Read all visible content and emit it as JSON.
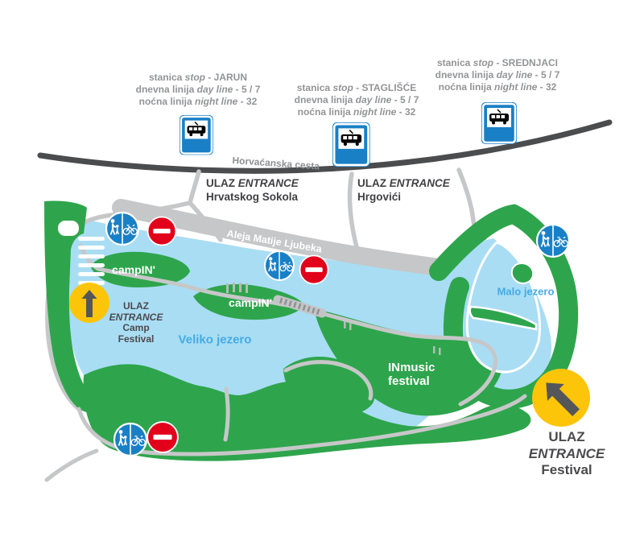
{
  "colors": {
    "water": "#A9DDF4",
    "park_green": "#2EA54C",
    "path_gray": "#C6C7C8",
    "main_road_dark": "#4B4C4E",
    "sign_blue": "#1A80C6",
    "no_entry_red": "#E2001A",
    "entrance_yellow": "#FDC50A",
    "arrow_gray": "#55565A",
    "station_text_gray": "#929497",
    "dark_label": "#414044",
    "lake_label_blue": "#45ABE2"
  },
  "stations": [
    {
      "id": "jarun",
      "line1": {
        "pre": "stanica ",
        "italic": "stop",
        "post": " - JARUN"
      },
      "line2": {
        "pre": "dnevna linija ",
        "italic": "day line",
        "post": " - 5 / 7"
      },
      "line3": {
        "pre": "noćna linija ",
        "italic": "night line",
        "post": " - 32"
      }
    },
    {
      "id": "stagliste",
      "line1": {
        "pre": "stanica ",
        "italic": "stop",
        "post": " - STAGLIŠĆE"
      },
      "line2": {
        "pre": "dnevna linija ",
        "italic": "day line",
        "post": " - 5 / 7"
      },
      "line3": {
        "pre": "noćna linija ",
        "italic": "night line",
        "post": " - 32"
      }
    },
    {
      "id": "srednjaci",
      "line1": {
        "pre": "stanica ",
        "italic": "stop",
        "post": " - SREDNJACI"
      },
      "line2": {
        "pre": "dnevna linija ",
        "italic": "day line",
        "post": " - 5 / 7"
      },
      "line3": {
        "pre": "noćna linija ",
        "italic": "night line",
        "post": " - 32"
      }
    }
  ],
  "roads": {
    "main_road": "Horvaćanska cesta",
    "lakeside_street": "Aleja Matije Ljubeka"
  },
  "entrances": {
    "sokola": {
      "ulaz": "ULAZ",
      "entrance": "ENTRANCE",
      "name": "Hrvatskog Sokola"
    },
    "hrgovici": {
      "ulaz": "ULAZ",
      "entrance": "ENTRANCE",
      "name": "Hrgovići"
    },
    "camp": {
      "ulaz": "ULAZ",
      "entrance": "ENTRANCE",
      "line3": "Camp",
      "line4": "Festival"
    },
    "festival": {
      "ulaz": "ULAZ",
      "entrance": "ENTRANCE",
      "line3": "Festival"
    }
  },
  "areas": {
    "camp_label_1": "campIN'",
    "camp_label_2": "campIN'",
    "big_lake": "Veliko jezero",
    "small_lake": "Malo jezero",
    "festival_area_line1": "INmusic",
    "festival_area_line2": "festival"
  },
  "icons": {
    "tram_stop": "tram-stop-sign",
    "pedestrian_bicycle": "pedestrian-bicycle-zone-sign",
    "no_entry": "no-entry-sign",
    "camp_arrow": "up-arrow-icon",
    "festival_arrow": "up-left-arrow-icon"
  }
}
